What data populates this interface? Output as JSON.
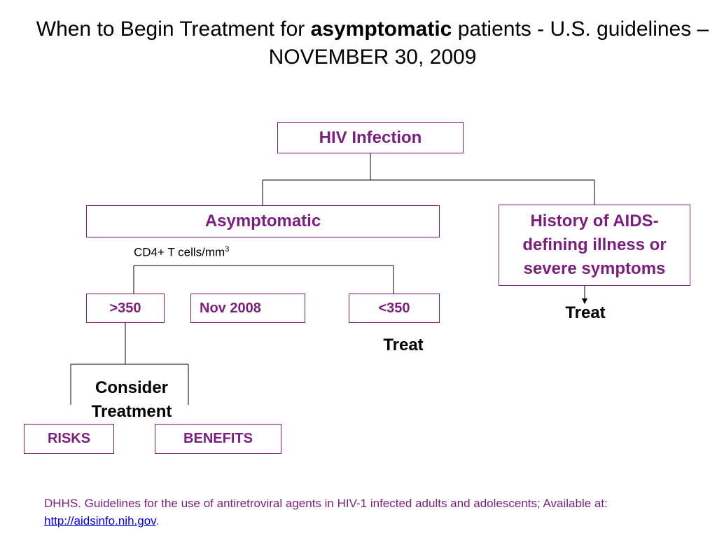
{
  "title": {
    "prefix": "When to Begin Treatment for ",
    "emphasis": "asymptomatic",
    "suffix": " patients - U.S. guidelines – NOVEMBER 30, 2009"
  },
  "flowchart": {
    "root": "HIV Infection",
    "asymptomatic": "Asymptomatic",
    "history": "History of AIDS-defining illness or severe symptoms",
    "cd4_label": "CD4+ T cells/mm",
    "cd4_superscript": "3",
    "above_350": ">350",
    "nov_2008": "Nov 2008",
    "below_350": "<350",
    "treat_below_350": "Treat",
    "treat_history": "Treat",
    "consider_treatment": "Consider Treatment",
    "risks": "RISKS",
    "benefits": "BENEFITS"
  },
  "citation": {
    "text": "DHHS. Guidelines for the use of antiretroviral agents in HIV-1 infected adults and adolescents; Available at: ",
    "link": "http://aidsinfo.nih.gov",
    "end": "."
  },
  "colors": {
    "box_text": "#7b1f7e",
    "box_border": "#7a1f6e",
    "link": "#0000ee"
  }
}
